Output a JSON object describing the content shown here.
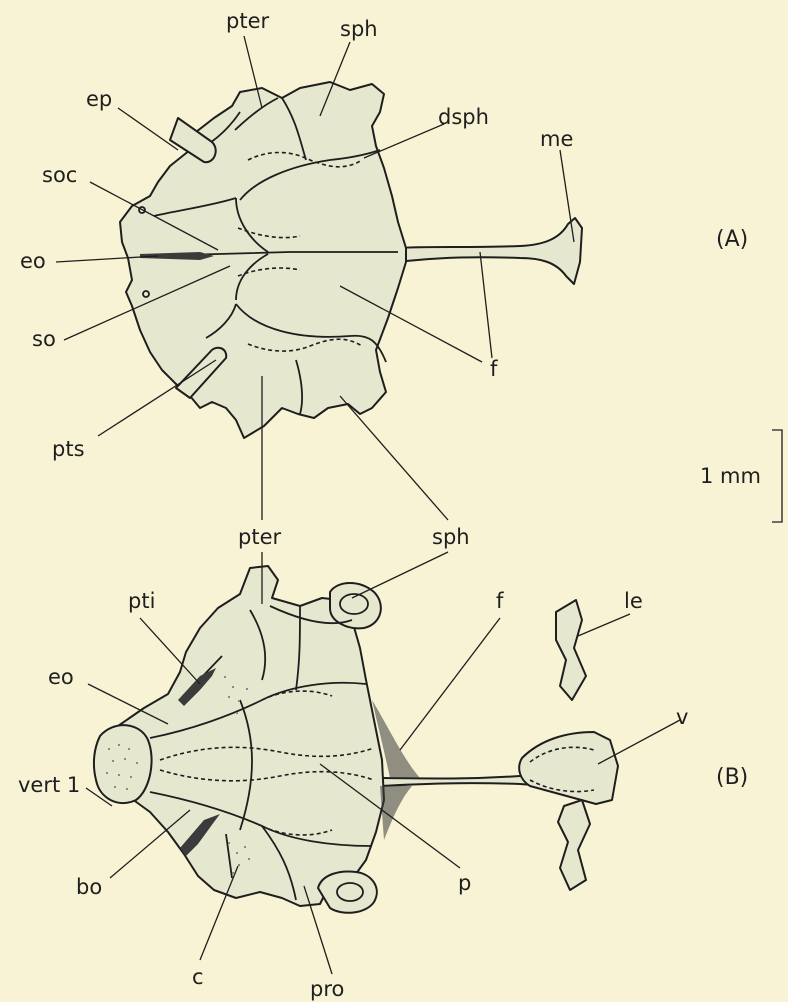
{
  "panels": {
    "a": {
      "tag": "(A)",
      "labels": {
        "pter": "pter",
        "sph": "sph",
        "ep": "ep",
        "dsph": "dsph",
        "me": "me",
        "soc": "soc",
        "eo": "eo",
        "so": "so",
        "f": "f",
        "pts": "pts",
        "pter_lower": "pter",
        "sph_lower": "sph"
      }
    },
    "b": {
      "tag": "(B)",
      "labels": {
        "pti": "pti",
        "f": "f",
        "le": "le",
        "eo": "eo",
        "v": "v",
        "vert1": "vert 1",
        "bo": "bo",
        "p": "p",
        "c": "c",
        "pro": "pro"
      }
    }
  },
  "scale_bar": {
    "label": "1 mm"
  },
  "colors": {
    "background": "#f7f3d4",
    "bone": "#e6e7cf",
    "ink": "#1e1e1e"
  }
}
